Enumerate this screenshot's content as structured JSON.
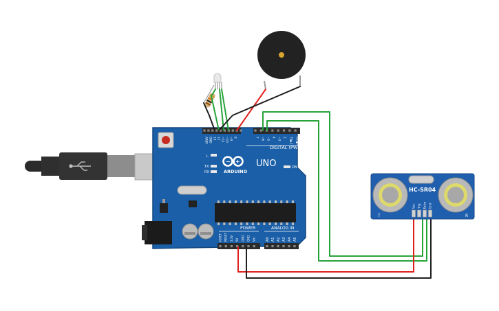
{
  "board": {
    "model": "UNO",
    "logo_text": "ARDUINO",
    "digital_header_label": "DIGITAL (PWM ~)",
    "power_label": "POWER",
    "analog_label": "ANALOG IN",
    "on_label": "ON",
    "l_label": "L",
    "tx_label": "TX",
    "rx_label": "RX",
    "digital_pins": [
      "AREF",
      "GND",
      "13",
      "12",
      "~11",
      "~10",
      "~9",
      "8",
      "7",
      "~6",
      "~5",
      "4",
      "~3",
      "2",
      "TX▶1",
      "RX◀0"
    ],
    "power_pins": [
      "IOREF",
      "RESET",
      "3.3V",
      "5V",
      "GND",
      "GND",
      "Vin"
    ],
    "analog_pins": [
      "A0",
      "A1",
      "A2",
      "A3",
      "A4",
      "A5"
    ]
  },
  "sensor": {
    "model": "HC-SR04",
    "pins": [
      "Vcc",
      "Trig",
      "Echo",
      "Gnd"
    ],
    "left_mark": "T",
    "right_mark": "R"
  },
  "colors": {
    "board": "#1a5fa8",
    "board_edge": "#13477f",
    "header": "#2b2b2b",
    "wire_red": "#e0201b",
    "wire_black": "#1e1e1e",
    "wire_green": "#27a33a",
    "sensor": "#1f5fae",
    "transducer": "#b9b9b9",
    "transducer_inner": "#ddd96a",
    "buzzer": "#222222",
    "resistor": "#d8b27a"
  }
}
